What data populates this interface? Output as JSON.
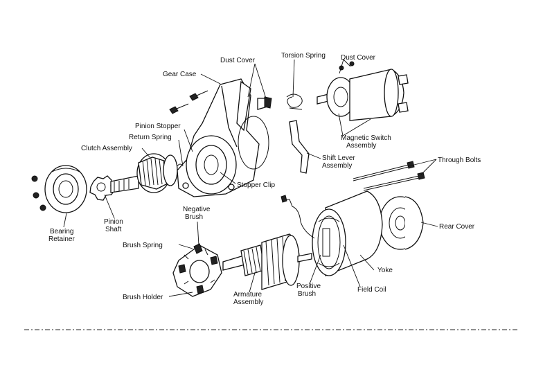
{
  "labels": {
    "dust_cover_top": "Dust Cover",
    "torsion_spring": "Torsion Spring",
    "dust_cover_right": "Dust Cover",
    "gear_case": "Gear Case",
    "pinion_stopper": "Pinion Stopper",
    "return_spring": "Return Spring",
    "clutch_assembly": "Clutch Assembly",
    "magnetic_switch_1": "Magnetic Switch",
    "magnetic_switch_2": "Assembly",
    "shift_lever_1": "Shift Lever",
    "shift_lever_2": "Assembly",
    "through_bolts": "Through Bolts",
    "stopper_clip": "Stopper Clip",
    "bearing_retainer_1": "Bearing",
    "bearing_retainer_2": "Retainer",
    "pinion_shaft_1": "Pinion",
    "pinion_shaft_2": "Shaft",
    "negative_brush_1": "Negative",
    "negative_brush_2": "Brush",
    "brush_spring": "Brush Spring",
    "brush_holder": "Brush Holder",
    "armature_1": "Armature",
    "armature_2": "Assembly",
    "positive_brush_1": "Positive",
    "positive_brush_2": "Brush",
    "field_coil": "Field Coil",
    "yoke": "Yoke",
    "rear_cover": "Rear Cover"
  }
}
